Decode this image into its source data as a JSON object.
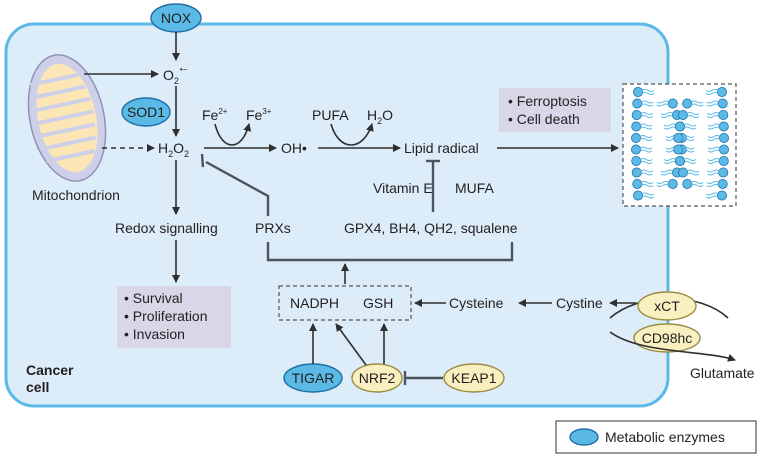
{
  "nodes": {
    "nox": "NOX",
    "sod1": "SOD1",
    "tigar": "TIGAR",
    "nrf2": "NRF2",
    "keap1": "KEAP1",
    "xct": "xCT",
    "cd98hc": "CD98hc"
  },
  "labels": {
    "superoxide": {
      "main": "O",
      "sub": "2",
      "sup": "•−"
    },
    "h2o2": {
      "h": "H",
      "s1": "2",
      "o": "O",
      "s2": "2"
    },
    "fe2": {
      "main": "Fe",
      "sup": "2+"
    },
    "fe3": {
      "main": "Fe",
      "sup": "3+"
    },
    "oh": "OH•",
    "pufa": "PUFA",
    "h2o": {
      "h": "H",
      "sub": "2",
      "o": "O"
    },
    "lipid_radical": "Lipid radical",
    "mitochondrion": "Mitochondrion",
    "redox_signalling": "Redox signalling",
    "prxs": "PRXs",
    "vitamin_e": "Vitamin E",
    "mufa": "MUFA",
    "gpx4_group": "GPX4, BH4, QH2, squalene",
    "nadph": "NADPH",
    "gsh": "GSH",
    "cysteine": "Cysteine",
    "cystine": "Cystine",
    "glutamate": "Glutamate",
    "cancer_cell_line1": "Cancer",
    "cancer_cell_line2": "cell"
  },
  "outcome_boxes": {
    "ferroptosis": [
      "Ferroptosis",
      "Cell death"
    ],
    "survival": [
      "Survival",
      "Proliferation",
      "Invasion"
    ]
  },
  "legend": {
    "label": "Metabolic enzymes"
  },
  "colors": {
    "cell_fill": "#dcecf8",
    "cell_border": "#5bb9e6",
    "enzyme_fill": "#5bb9e6",
    "enzyme_border": "#1d6fa8",
    "factor_fill": "#f8f0c0",
    "outcome_box": "#d9d6e8",
    "mito_outer": "#cdd0e8",
    "mito_inner": "#fce6b5"
  }
}
